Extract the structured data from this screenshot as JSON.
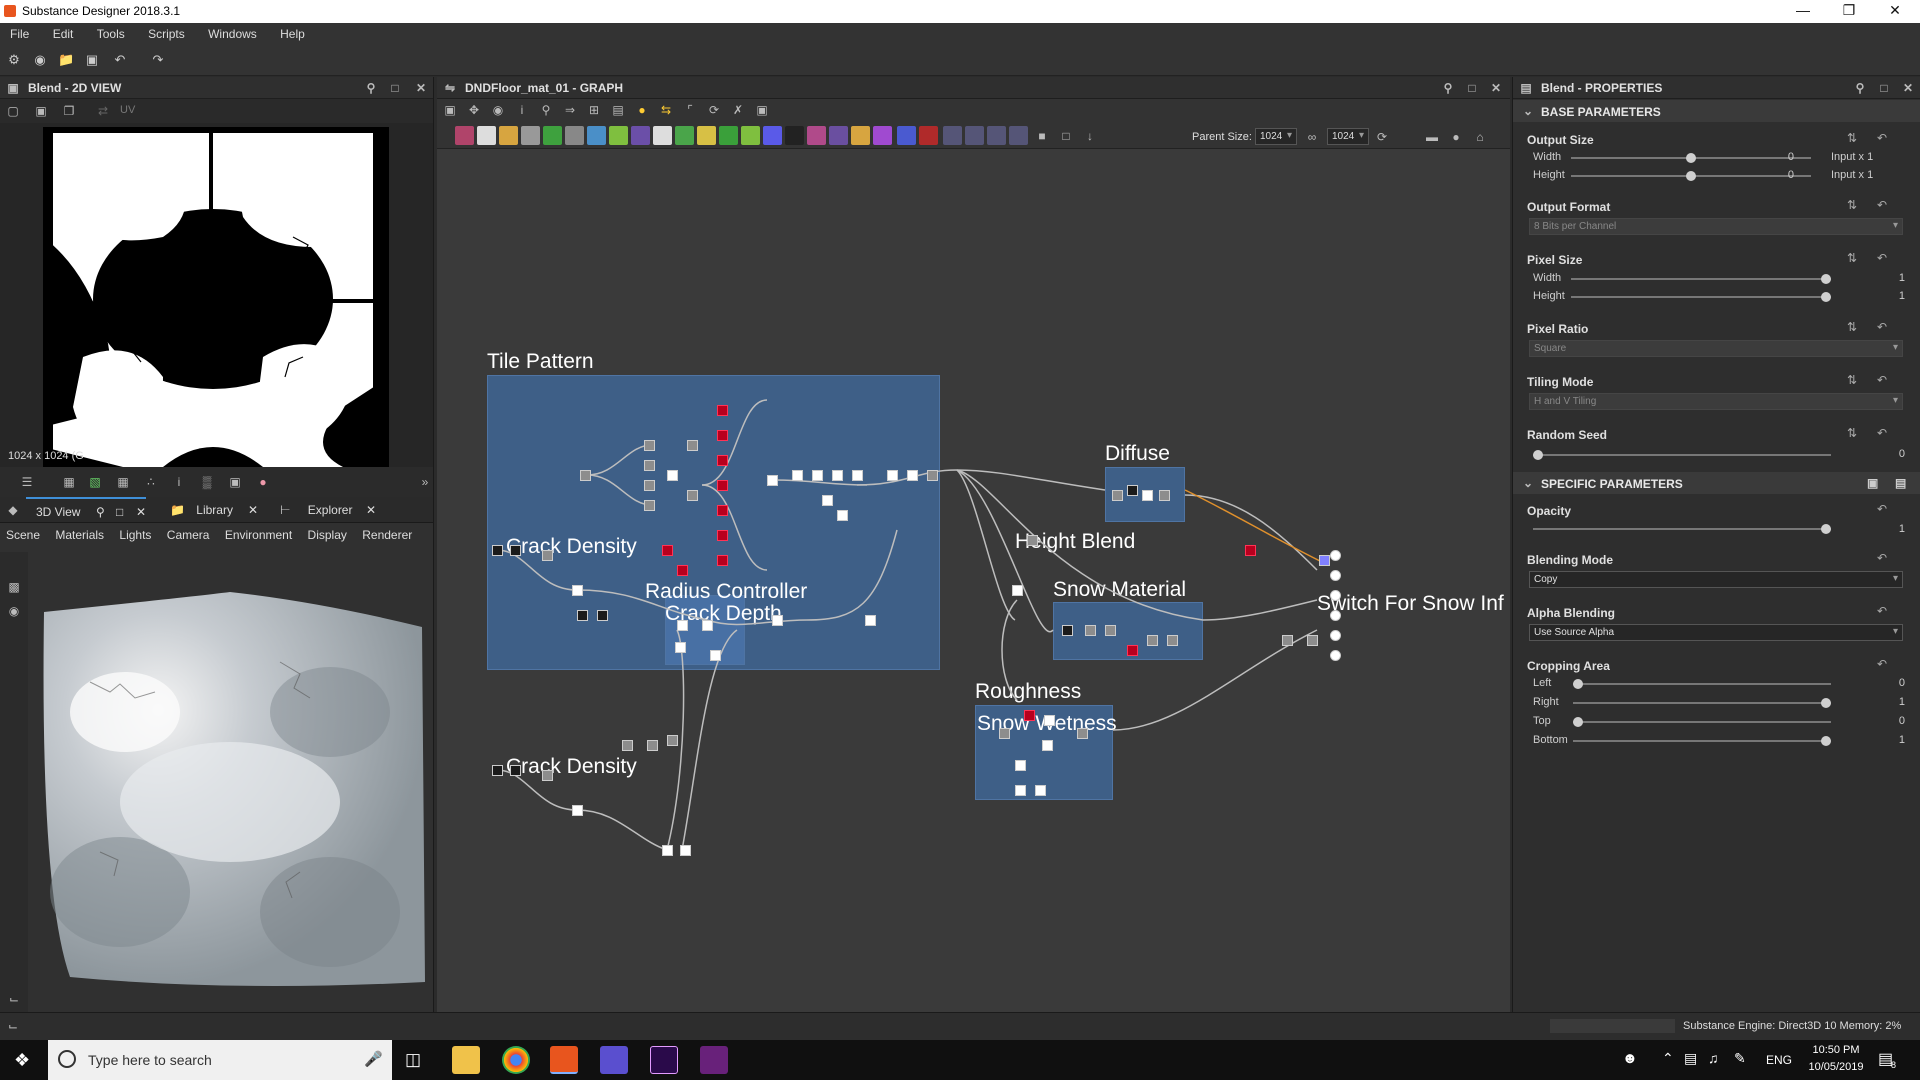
{
  "app": {
    "title": "Substance Designer 2018.3.1"
  },
  "menus": [
    "File",
    "Edit",
    "Tools",
    "Scripts",
    "Windows",
    "Help"
  ],
  "view2d": {
    "title": "Blend - 2D VIEW",
    "uv_label": "UV",
    "resolution": "1024 x 1024 (G"
  },
  "view3d": {
    "tabs": [
      "3D View",
      "Library",
      "Explorer"
    ],
    "submenus": [
      "Scene",
      "Materials",
      "Lights",
      "Camera",
      "Environment",
      "Display",
      "Renderer"
    ]
  },
  "graph": {
    "title": "DNDFloor_mat_01 - GRAPH",
    "parent_size_label": "Parent Size:",
    "parent_size_value": "1024",
    "size_value": "1024",
    "frames": {
      "tile_pattern": "Tile Pattern",
      "crack_density_1": "Crack Density",
      "radius_controller": "Radius Controller",
      "crack_depth": "Crack Depth",
      "crack_density_2": "Crack Density",
      "diffuse": "Diffuse",
      "height_blend": "Height Blend",
      "snow_material": "Snow Material",
      "roughness": "Roughness",
      "snow_wetness": "Snow Wetness",
      "switch": "Switch For Snow Inf"
    }
  },
  "props": {
    "title": "Blend - PROPERTIES",
    "base_section": "BASE PARAMETERS",
    "specific_section": "SPECIFIC PARAMETERS",
    "output_size": {
      "label": "Output Size",
      "width_label": "Width",
      "height_label": "Height",
      "width_value": "0",
      "height_value": "0",
      "width_suffix": "Input x 1",
      "height_suffix": "Input x 1",
      "width_level": 0.5,
      "height_level": 0.5
    },
    "output_format": {
      "label": "Output Format",
      "value": "8 Bits per Channel"
    },
    "pixel_size": {
      "label": "Pixel Size",
      "width_label": "Width",
      "height_label": "Height",
      "width_value": "1",
      "height_value": "1",
      "width_level": 1,
      "height_level": 1
    },
    "pixel_ratio": {
      "label": "Pixel Ratio",
      "value": "Square"
    },
    "tiling_mode": {
      "label": "Tiling Mode",
      "value": "H and V Tiling"
    },
    "random_seed": {
      "label": "Random Seed",
      "value": "0",
      "level": 0
    },
    "opacity": {
      "label": "Opacity",
      "value": "1",
      "level": 1
    },
    "blending_mode": {
      "label": "Blending Mode",
      "value": "Copy"
    },
    "alpha_blending": {
      "label": "Alpha Blending",
      "value": "Use Source Alpha"
    },
    "cropping_area": {
      "label": "Cropping Area",
      "left_label": "Left",
      "right_label": "Right",
      "top_label": "Top",
      "bottom_label": "Bottom",
      "left_value": "0",
      "right_value": "1",
      "top_value": "0",
      "bottom_value": "1",
      "left_level": 0,
      "right_level": 1,
      "top_level": 0,
      "bottom_level": 1
    }
  },
  "status": {
    "engine": "Substance Engine: Direct3D 10  Memory: 2%"
  },
  "taskbar": {
    "search_placeholder": "Type here to search",
    "language": "ENG",
    "time": "10:50 PM",
    "date": "10/05/2019",
    "notifications": "8"
  }
}
